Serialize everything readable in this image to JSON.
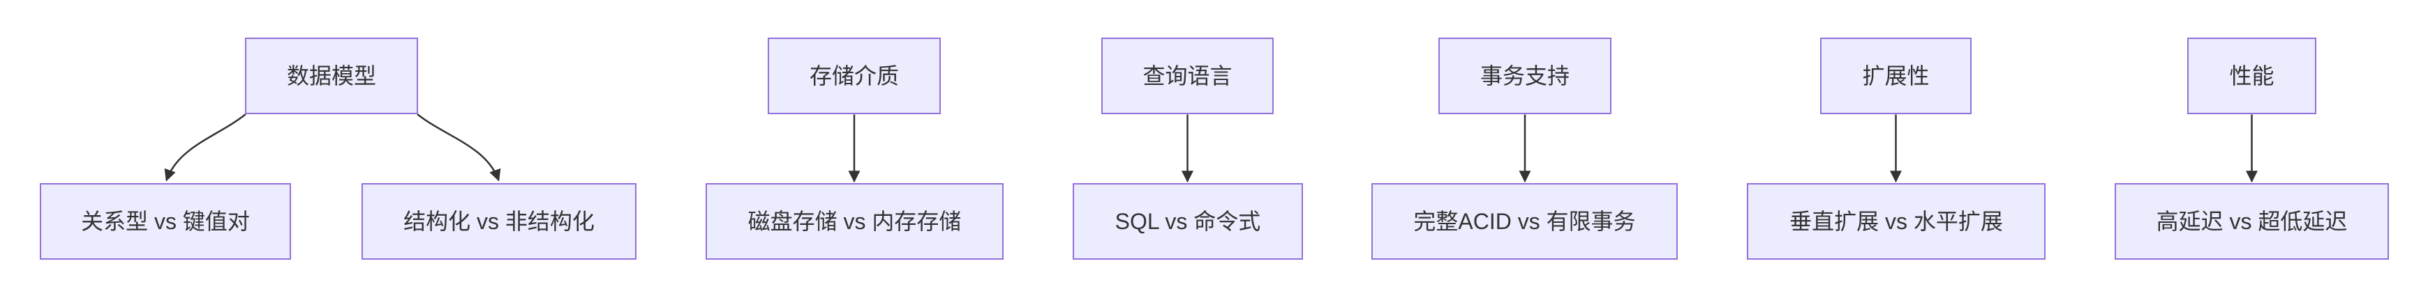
{
  "diagram": {
    "type": "flowchart",
    "direction": "top-down",
    "colors": {
      "node_fill": "#ECECFF",
      "node_border": "#9370DB",
      "edge": "#333333",
      "text": "#333333",
      "background": "#ffffff"
    },
    "top_row": [
      {
        "label": "数据模型"
      },
      {
        "label": "存储介质"
      },
      {
        "label": "查询语言"
      },
      {
        "label": "事务支持"
      },
      {
        "label": "扩展性"
      },
      {
        "label": "性能"
      }
    ],
    "bottom_row": [
      {
        "label": "关系型 vs 键值对"
      },
      {
        "label": "结构化 vs 非结构化"
      },
      {
        "label": "磁盘存储 vs 内存存储"
      },
      {
        "label": "SQL vs 命令式"
      },
      {
        "label": "完整ACID vs 有限事务"
      },
      {
        "label": "垂直扩展 vs 水平扩展"
      },
      {
        "label": "高延迟 vs 超低延迟"
      }
    ],
    "edges": [
      {
        "from": "数据模型",
        "to": "关系型 vs 键值对"
      },
      {
        "from": "数据模型",
        "to": "结构化 vs 非结构化"
      },
      {
        "from": "存储介质",
        "to": "磁盘存储 vs 内存存储"
      },
      {
        "from": "查询语言",
        "to": "SQL vs 命令式"
      },
      {
        "from": "事务支持",
        "to": "完整ACID vs 有限事务"
      },
      {
        "from": "扩展性",
        "to": "垂直扩展 vs 水平扩展"
      },
      {
        "from": "性能",
        "to": "高延迟 vs 超低延迟"
      }
    ]
  }
}
